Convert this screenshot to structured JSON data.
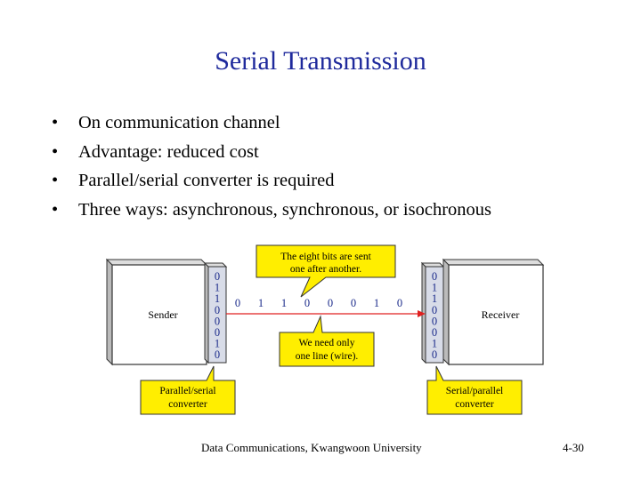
{
  "slide": {
    "title": "Serial Transmission",
    "bullets": [
      "On communication channel",
      "Advantage: reduced cost",
      "Parallel/serial converter is required",
      "Three ways: asynchronous, synchronous, or isochronous"
    ],
    "bullet_glyph": "•"
  },
  "diagram": {
    "sender_label": "Sender",
    "receiver_label": "Receiver",
    "sender_bits": [
      "0",
      "1",
      "1",
      "0",
      "0",
      "0",
      "1",
      "0"
    ],
    "receiver_bits": [
      "0",
      "1",
      "1",
      "0",
      "0",
      "0",
      "1",
      "0"
    ],
    "line_bits": [
      "0",
      "1",
      "1",
      "0",
      "0",
      "0",
      "1",
      "0"
    ],
    "top_callout": [
      "The eight bits are sent",
      "one after another."
    ],
    "bottom_callout": [
      "We need only",
      "one line (wire)."
    ],
    "left_converter": [
      "Parallel/serial",
      "converter"
    ],
    "right_converter": [
      "Serial/parallel",
      "converter"
    ],
    "colors": {
      "callout_fill": "#ffee00",
      "line": "#e02020",
      "bit_text": "#1a2a8a",
      "box_border": "#333333"
    }
  },
  "footer": {
    "text": "Data Communications, Kwangwoon University",
    "page": "4-30"
  }
}
